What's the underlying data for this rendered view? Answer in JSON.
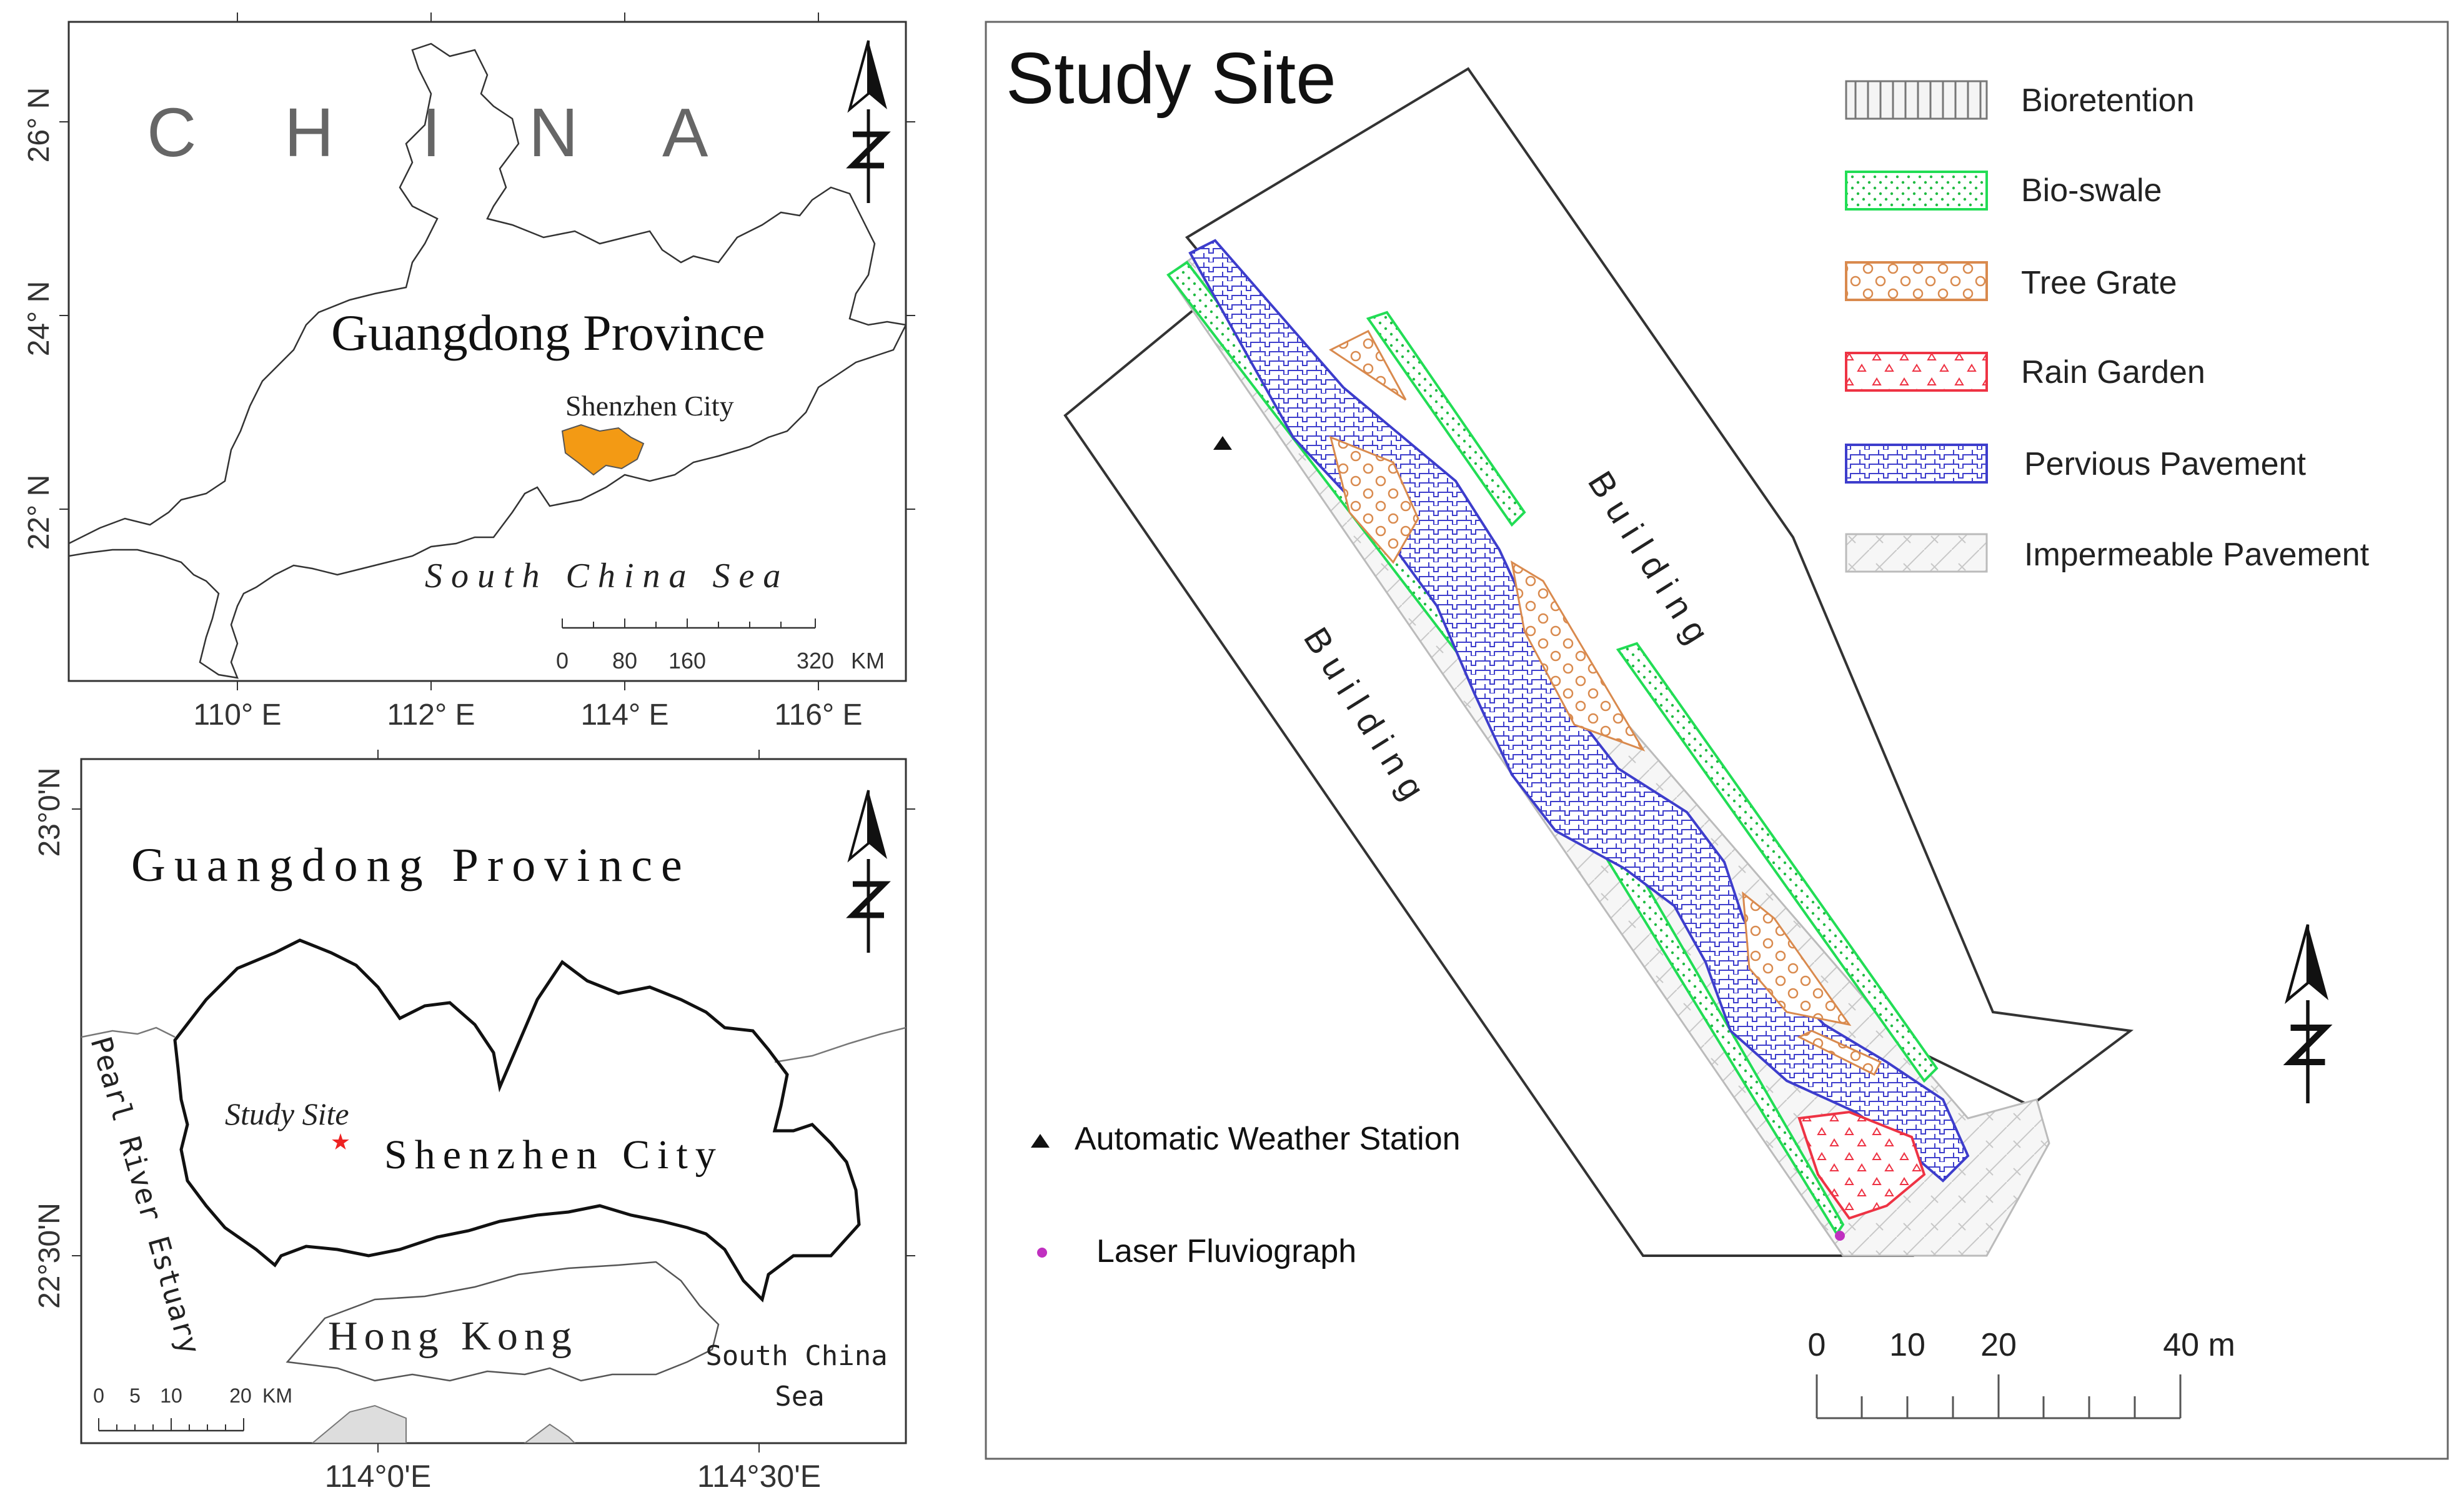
{
  "panel_a": {
    "country_label": "C H I N A",
    "province_label": "Guangdong Province",
    "city_label": "Shenzhen City",
    "sea_label": "South China Sea",
    "lat_labels": [
      "26° N",
      "24° N",
      "22° N"
    ],
    "lon_labels": [
      "110° E",
      "112° E",
      "114° E",
      "116° E"
    ],
    "scale_labels": [
      "0",
      "80",
      "160",
      "320"
    ],
    "scale_unit": "KM"
  },
  "panel_b": {
    "province_label": "Guangdong Province",
    "city_label": "Shenzhen City",
    "study_site_label": "Study Site",
    "estuary_label": "Pearl River Estuary",
    "hongkong_label": "Hong Kong",
    "sea_label_line1": "South China",
    "sea_label_line2": "Sea",
    "lat_labels": [
      "23°0'N",
      "22°30'N"
    ],
    "lon_labels": [
      "114°0'E",
      "114°30'E"
    ],
    "scale_labels": [
      "0",
      "5",
      "10",
      "20"
    ],
    "scale_unit": "KM"
  },
  "panel_c": {
    "title": "Study Site",
    "building_labels": [
      "Building",
      "Building"
    ],
    "legend": [
      {
        "label": "Bioretention",
        "color": "#777777"
      },
      {
        "label": "Bio-swale",
        "color": "#22dd55"
      },
      {
        "label": "Tree Grate",
        "color": "#d98a4e"
      },
      {
        "label": "Rain Garden",
        "color": "#ee3344"
      },
      {
        "label": "Pervious Pavement",
        "color": "#3d3dcc"
      },
      {
        "label": "Impermeable Pavement",
        "color": "#bbbbbb"
      }
    ],
    "weather_station_label": "Automatic Weather Station",
    "fluviograph_label": "Laser Fluviograph",
    "scale_labels": [
      "0",
      "10",
      "20",
      "40 m"
    ]
  },
  "colors": {
    "shenzhen_fill": "#f39a14",
    "study_star": "#ee2222",
    "fluviograph_dot": "#c030c0"
  },
  "icons": [
    "north-arrow-icon",
    "star-marker-icon",
    "triangle-marker-icon",
    "dot-marker-icon"
  ]
}
